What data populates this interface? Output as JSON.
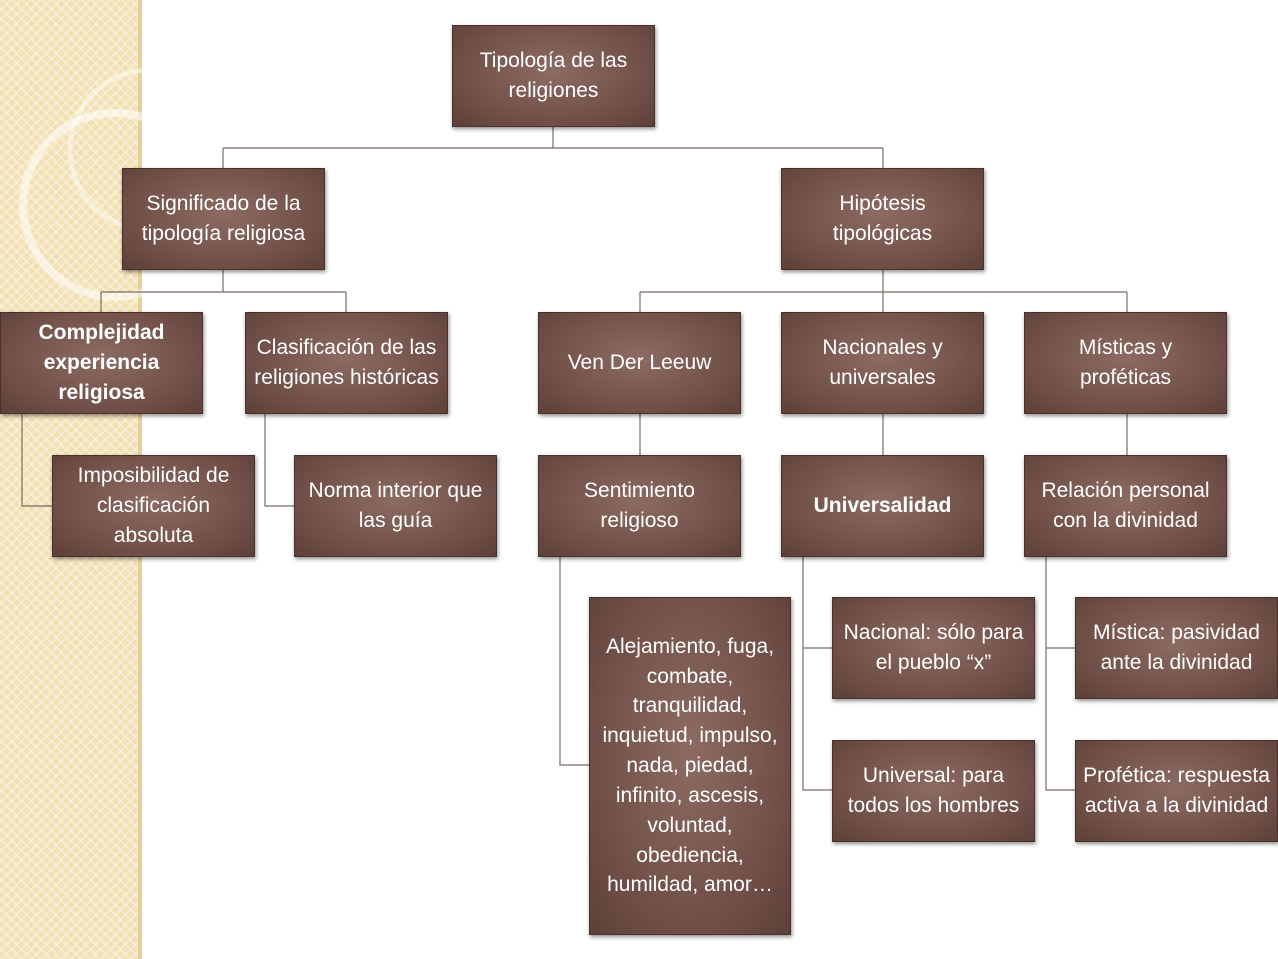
{
  "diagram": {
    "root": "Tipología de las religiones",
    "branches": [
      {
        "label": "Significado de la tipología religiosa",
        "children": [
          {
            "label": "Complejidad experiencia religiosa",
            "child": "Imposibilidad de clasificación absoluta"
          },
          {
            "label": "Clasificación de las religiones históricas",
            "child": "Norma interior que las guía"
          }
        ]
      },
      {
        "label": "Hipótesis tipológicas",
        "children": [
          {
            "label": "Ven Der Leeuw",
            "child": "Sentimiento religioso",
            "leaves": [
              "Alejamiento, fuga, combate, tranquilidad, inquietud, impulso, nada, piedad, infinito, ascesis, voluntad, obediencia, humildad, amor…"
            ]
          },
          {
            "label": "Nacionales y universales",
            "child": "Universalidad",
            "leaves": [
              "Nacional: sólo para el pueblo “x”",
              "Universal:  para todos los hombres"
            ]
          },
          {
            "label": "Místicas y proféticas",
            "child": "Relación personal con la divinidad",
            "leaves": [
              "Mística: pasividad ante la divinidad",
              "Profética: respuesta activa a la divinidad"
            ]
          }
        ]
      }
    ]
  },
  "colors": {
    "node_fill": "#75544c",
    "node_border": "#4a322c",
    "node_text": "#ffffff",
    "connector": "#7a6a63",
    "sidebar": "#f3e1b4"
  }
}
